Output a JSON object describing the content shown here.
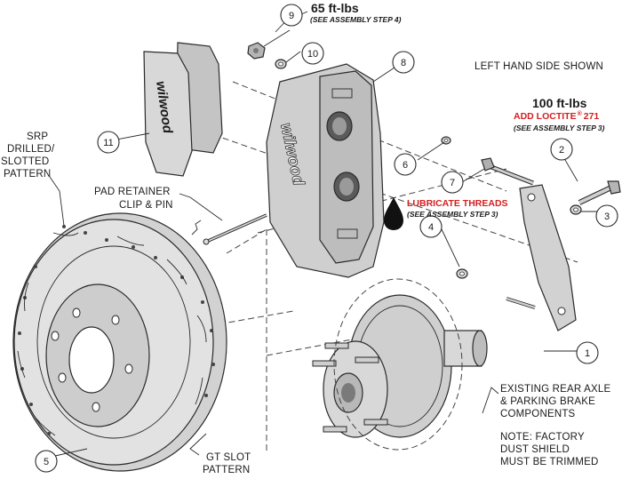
{
  "header": {
    "side_note": "LEFT HAND SIDE SHOWN"
  },
  "torque_top": {
    "value": "65 ft-lbs",
    "note": "(SEE ASSEMBLY STEP 4)"
  },
  "torque_bracket": {
    "value": "100 ft-lbs",
    "loctite_prefix": "ADD LOCTITE",
    "loctite_reg": "®",
    "loctite_num": "271",
    "note": "(SEE ASSEMBLY STEP 3)"
  },
  "lubricate": {
    "title": "LUBRICATE THREADS",
    "note": "(SEE ASSEMBLY STEP 3)"
  },
  "labels": {
    "srp": [
      "SRP",
      "DRILLED/",
      "SLOTTED",
      "PATTERN"
    ],
    "pad_retainer": [
      "PAD RETAINER",
      "CLIP & PIN"
    ],
    "gt_slot": [
      "GT SLOT",
      "PATTERN"
    ],
    "axle": [
      "EXISTING REAR AXLE",
      "& PARKING BRAKE",
      "COMPONENTS"
    ],
    "factory_note": [
      "NOTE: FACTORY",
      "DUST SHIELD",
      "MUST BE TRIMMED"
    ]
  },
  "callouts": {
    "c1": "1",
    "c2": "2",
    "c3": "3",
    "c4": "4",
    "c5": "5",
    "c6": "6",
    "c7": "7",
    "c8": "8",
    "c9": "9",
    "c10": "10",
    "c11": "11"
  },
  "brand": {
    "pad_logo": "wilwood",
    "caliper_logo": "wilwood"
  },
  "colors": {
    "part_fill": "#d6d6d6",
    "part_shade": "#b9b9b9",
    "warning": "#d42020",
    "ink": "#1a1a1a"
  },
  "icons": {
    "lubricate": "oil-drop-icon"
  }
}
